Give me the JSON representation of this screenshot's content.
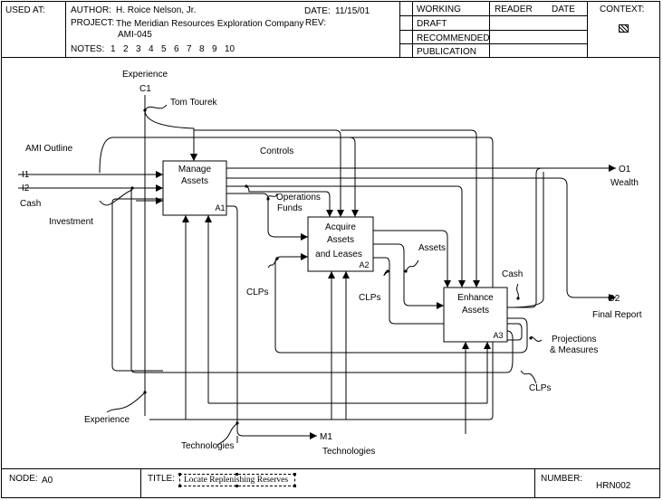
{
  "header": {
    "used_at_label": "USED AT:",
    "author_label": "AUTHOR:",
    "author": "H. Roice Nelson, Jr.",
    "date_label": "DATE:",
    "date": "11/15/01",
    "project_label": "PROJECT:",
    "project": "The Meridian Resources Exploration Company",
    "rev_label": "REV:",
    "project_code": "AMI-045",
    "notes_label": "NOTES:",
    "notes": [
      "1",
      "2",
      "3",
      "4",
      "5",
      "6",
      "7",
      "8",
      "9",
      "10"
    ],
    "status": [
      "WORKING",
      "DRAFT",
      "RECOMMENDED",
      "PUBLICATION"
    ],
    "reader_label": "READER",
    "reader_date_label": "DATE",
    "context_label": "CONTEXT:"
  },
  "diagram": {
    "boxes": [
      {
        "lines": [
          "Manage",
          "Assets"
        ],
        "id": "A1"
      },
      {
        "lines": [
          "Acquire",
          "Assets",
          "and Leases"
        ],
        "id": "A2"
      },
      {
        "lines": [
          "Enhance",
          "Assets"
        ],
        "id": "A3"
      }
    ],
    "labels": {
      "experience_top": "Experience",
      "c1": "C1",
      "tom_tourek": "Tom Tourek",
      "ami_outline": "AMI Outline",
      "i1": "I1",
      "i2": "I2",
      "cash_in": "Cash",
      "investment": "Investment",
      "controls": "Controls",
      "operations": "Operations",
      "funds": "Funds",
      "o1": "O1",
      "wealth": "Wealth",
      "assets": "Assets",
      "cash_out": "Cash",
      "o2": "O2",
      "final_report": "Final Report",
      "clps_left": "CLPs",
      "clps_mid": "CLPs",
      "clps_bottom": "CLPs",
      "projections": "Projections",
      "measures": "& Measures",
      "experience_bottom": "Experience",
      "technologies_left": "Technologies",
      "m1": "M1",
      "technologies_right": "Technologies"
    }
  },
  "footer": {
    "node_label": "NODE:",
    "node": "A0",
    "title_label": "TITLE:",
    "title": "Locate Replenishing Reserves",
    "number_label": "NUMBER:",
    "number": "HRN002"
  }
}
